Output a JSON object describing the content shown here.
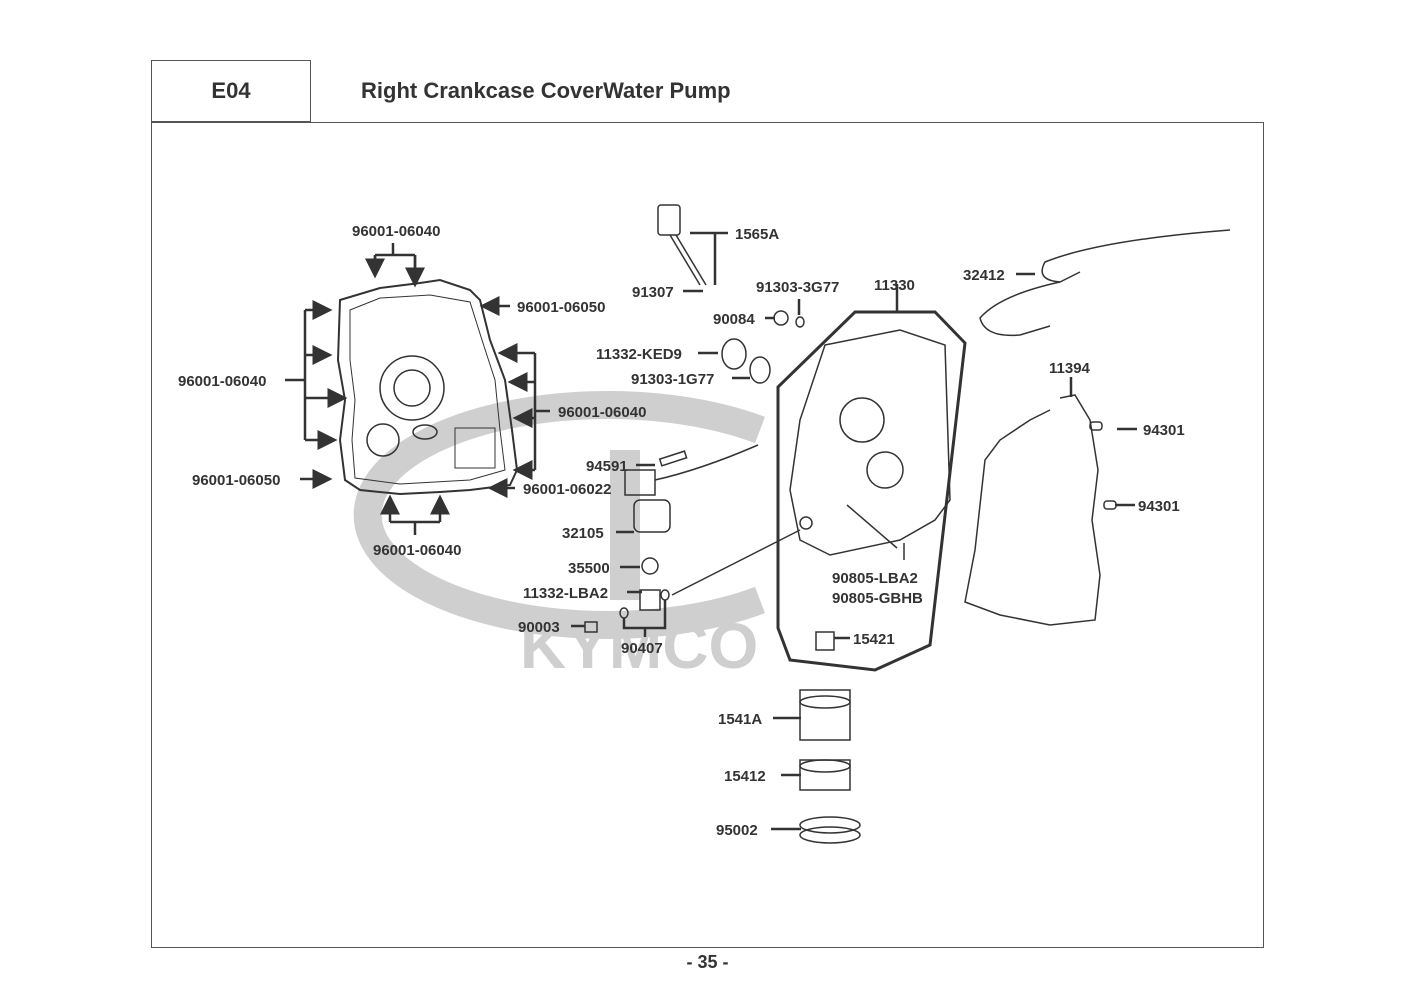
{
  "header": {
    "section_code": "E04",
    "title": "Right Crankcase CoverWater Pump"
  },
  "watermark": {
    "text": "KYMCO",
    "color": "#c8c8c8"
  },
  "colors": {
    "line": "#333333",
    "frame": "#555555",
    "watermark": "#c8c8c8"
  },
  "parts": [
    {
      "id": "p1",
      "number": "96001-06040"
    },
    {
      "id": "p2",
      "number": "96001-06050"
    },
    {
      "id": "p3",
      "number": "96001-06040"
    },
    {
      "id": "p4",
      "number": "96001-06040"
    },
    {
      "id": "p5",
      "number": "96001-06050"
    },
    {
      "id": "p6",
      "number": "96001-06022"
    },
    {
      "id": "p7",
      "number": "96001-06040"
    },
    {
      "id": "p8",
      "number": "1565A"
    },
    {
      "id": "p9",
      "number": "91307"
    },
    {
      "id": "p10",
      "number": "91303-3G77"
    },
    {
      "id": "p11",
      "number": "11330"
    },
    {
      "id": "p12",
      "number": "90084"
    },
    {
      "id": "p13",
      "number": "11332-KED9"
    },
    {
      "id": "p14",
      "number": "91303-1G77"
    },
    {
      "id": "p15",
      "number": "32412"
    },
    {
      "id": "p16",
      "number": "11394"
    },
    {
      "id": "p17",
      "number": "94301"
    },
    {
      "id": "p18",
      "number": "94301"
    },
    {
      "id": "p19",
      "number": "94591"
    },
    {
      "id": "p20",
      "number": "32105"
    },
    {
      "id": "p21",
      "number": "35500"
    },
    {
      "id": "p22",
      "number": "11332-LBA2"
    },
    {
      "id": "p23",
      "number": "90003"
    },
    {
      "id": "p24",
      "number": "90407"
    },
    {
      "id": "p25",
      "number": "90805-LBA2"
    },
    {
      "id": "p26",
      "number": "90805-GBHB"
    },
    {
      "id": "p27",
      "number": "15421"
    },
    {
      "id": "p28",
      "number": "1541A"
    },
    {
      "id": "p29",
      "number": "15412"
    },
    {
      "id": "p30",
      "number": "95002"
    }
  ],
  "footer": {
    "page_number": "- 35 -"
  }
}
